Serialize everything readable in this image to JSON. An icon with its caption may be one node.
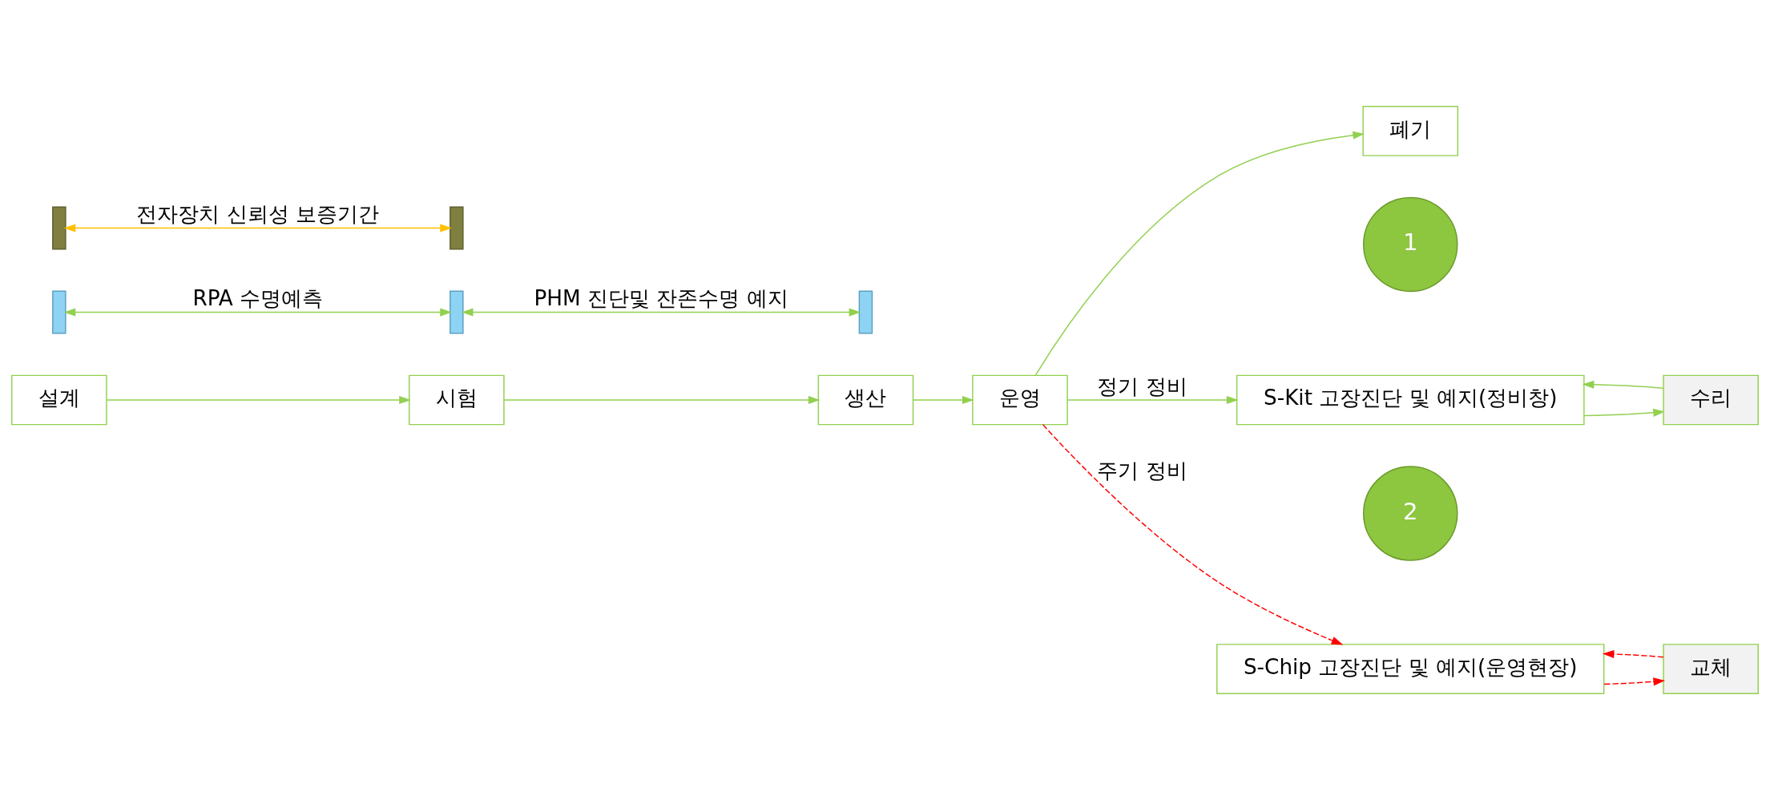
{
  "diagram": {
    "nodes": [
      {
        "text": [
          "설계"
        ]
      },
      {
        "text": [
          "시험"
        ]
      },
      {
        "text": [
          "생산"
        ]
      },
      {
        "text": [
          "운영"
        ]
      },
      {
        "text": [
          "폐기"
        ]
      },
      {
        "text": [
          "1"
        ]
      },
      {
        "text": [
          "S-Kit 고장진단 및 예지(정비창)"
        ]
      },
      {
        "text": [
          "수리"
        ]
      },
      {
        "text": [
          "2"
        ]
      },
      {
        "text": [
          "S-Chip 고장진단 및 예지(운영현장)"
        ]
      },
      {
        "text": [
          "교체"
        ]
      },
      {
        "text": [],
        "shape": "bar"
      },
      {
        "text": [],
        "shape": "bar"
      },
      {
        "text": [],
        "shape": "bar"
      },
      {
        "text": [],
        "shape": "bar"
      },
      {
        "text": [],
        "shape": "bar"
      }
    ],
    "edges": [
      {
        "from": 11,
        "to": 12,
        "arrow": "both",
        "label": "RPA 수명예측"
      },
      {
        "from": 12,
        "to": 13,
        "arrow": "both",
        "label": "PHM 진단및 잔존수명 예지"
      },
      {
        "from": 0,
        "to": 1,
        "arrow": "to"
      },
      {
        "from": 1,
        "to": 2,
        "arrow": "to"
      },
      {
        "from": 2,
        "to": 3,
        "arrow": "to"
      },
      {
        "from": 3,
        "to": 6,
        "arrow": "to",
        "label": "정기 정비"
      },
      {
        "from": 6,
        "to": 7,
        "arrow": "to"
      },
      {
        "from": 7,
        "to": 6,
        "arrow": "to"
      },
      {
        "from": 3,
        "to": 4,
        "arrow": "to"
      },
      {
        "from": 3,
        "to": 9,
        "arrow": "to",
        "label": "주기 정비",
        "style": "dashed",
        "color": "#ff0000"
      },
      {
        "from": 9,
        "to": 10,
        "arrow": "to",
        "style": "dashed",
        "color": "#ff0000"
      },
      {
        "from": 10,
        "to": 9,
        "arrow": "to",
        "style": "dashed",
        "color": "#ff0000"
      },
      {
        "from": 14,
        "to": 15,
        "arrow": "both",
        "label": "전자장치 신뢰성 보증기간",
        "color": "#ffc000"
      }
    ]
  }
}
